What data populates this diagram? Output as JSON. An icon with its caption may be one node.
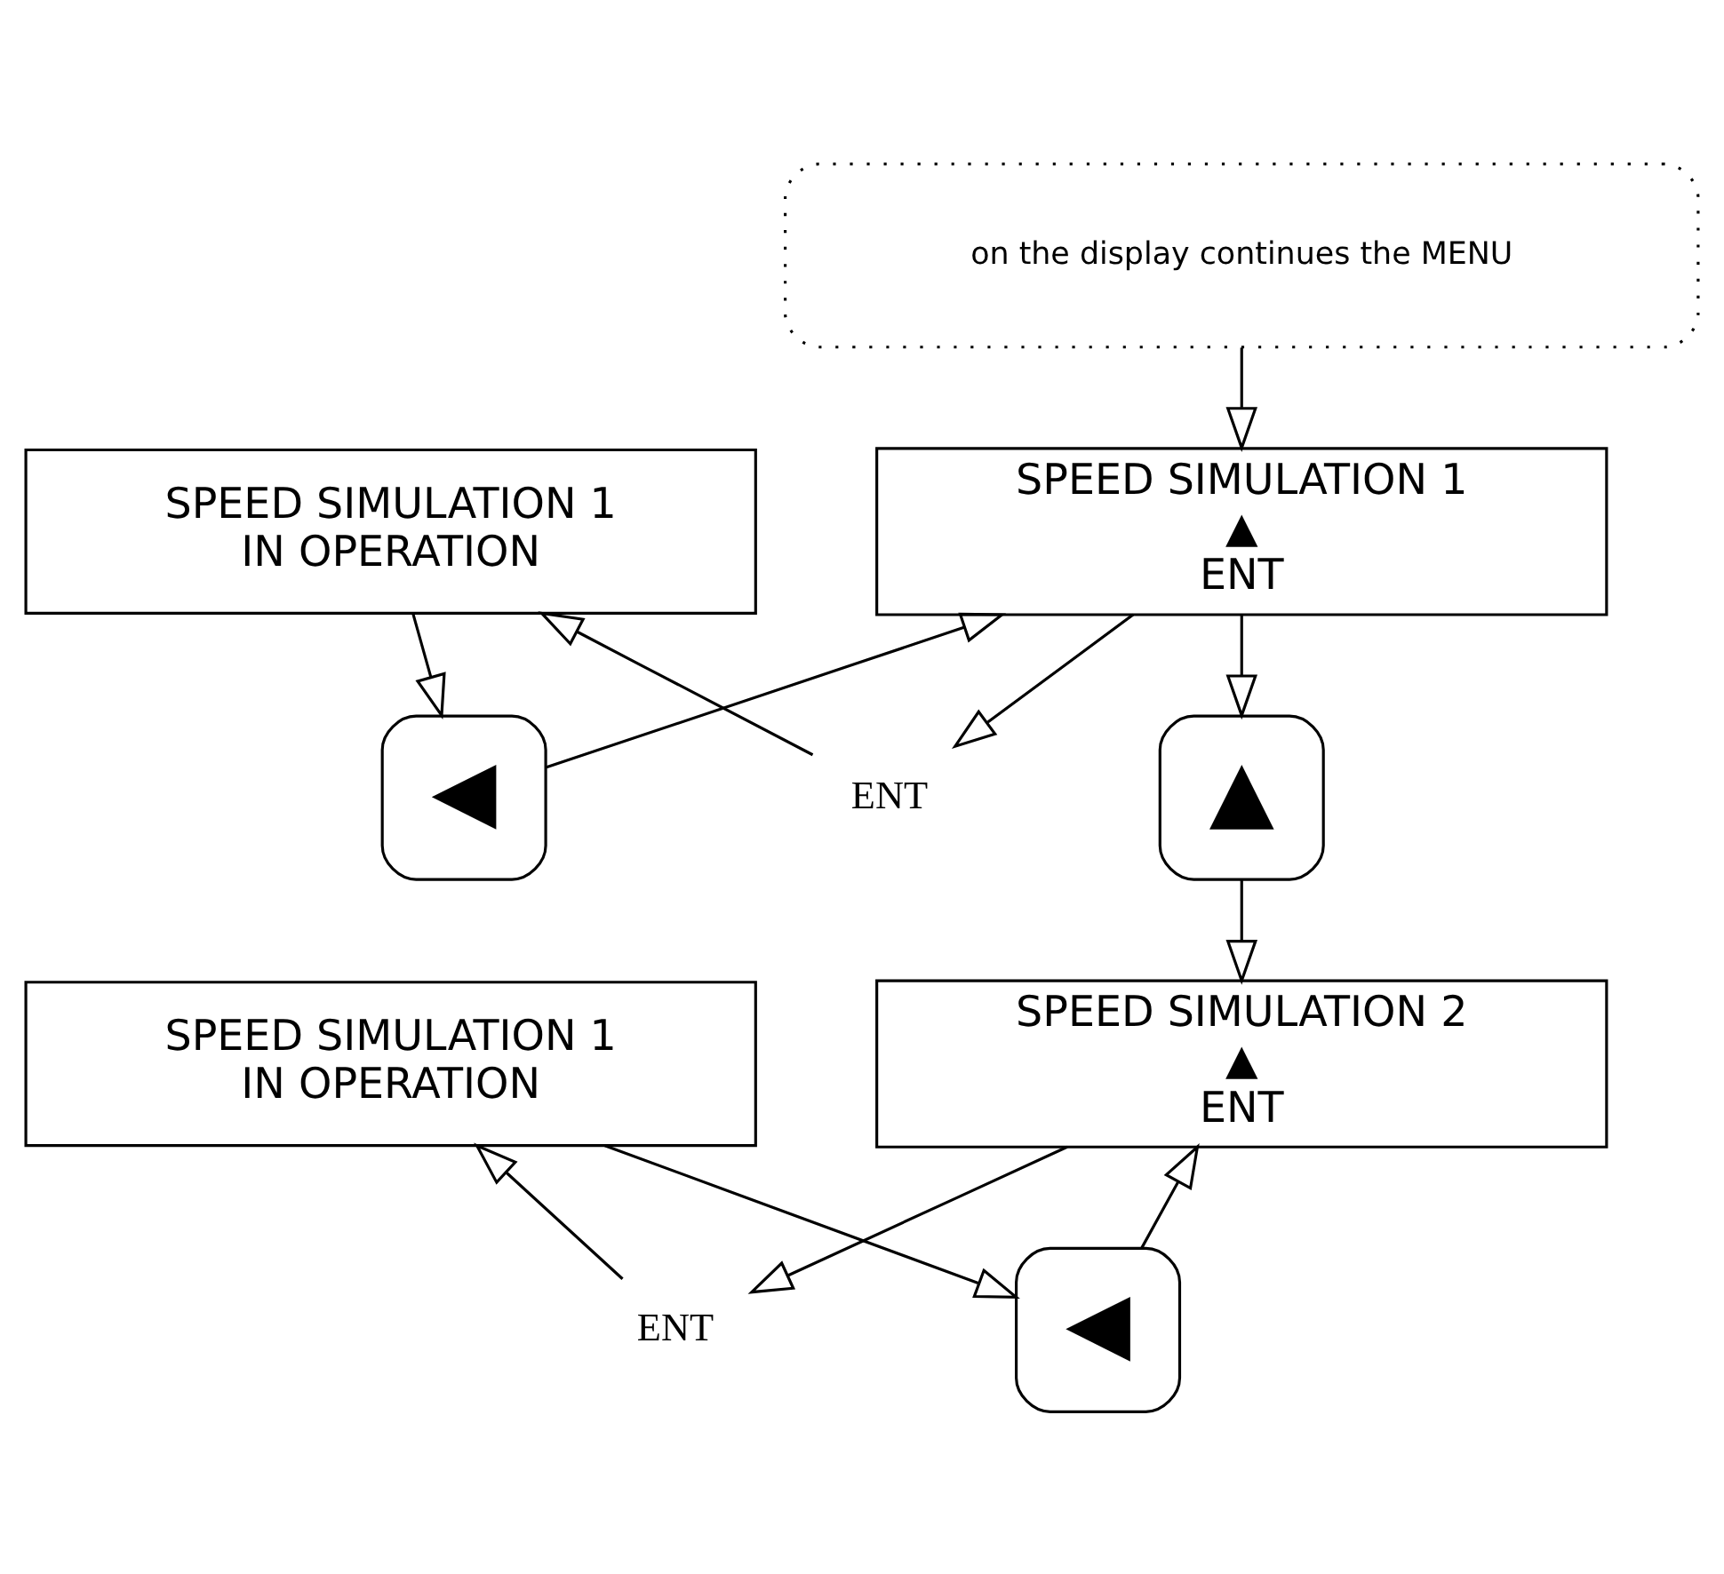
{
  "diagram": {
    "nodes": [
      {
        "text": [
          "on the display continues the MENU"
        ]
      },
      {
        "text": [
          "ENT"
        ]
      },
      {
        "text": [
          "SPEED SIMULATION 1",
          "▲",
          "ENT"
        ]
      },
      {
        "text": [
          "SPEED SIMULATION 1",
          "IN OPERATION"
        ]
      },
      {
        "text": [
          "◀"
        ]
      },
      {
        "text": [
          "▲"
        ]
      },
      {
        "text": [
          "ENT"
        ]
      },
      {
        "text": [
          "SPEED SIMULATION 2",
          "▲",
          "ENT"
        ]
      },
      {
        "text": [
          "SPEED SIMULATION 1",
          "IN OPERATION"
        ]
      },
      {
        "text": [
          "◀"
        ]
      }
    ],
    "edges": [
      {
        "from": 0,
        "to": 2,
        "arrow": "to"
      },
      {
        "from": 2,
        "to": 1,
        "arrow": "to"
      },
      {
        "from": 1,
        "to": 3,
        "arrow": "to"
      },
      {
        "from": 3,
        "to": 4,
        "arrow": "to"
      },
      {
        "from": 4,
        "to": 2,
        "arrow": "to"
      },
      {
        "from": 2,
        "to": 5,
        "arrow": "to"
      },
      {
        "from": 5,
        "to": 7,
        "arrow": "to"
      },
      {
        "from": 7,
        "to": 6,
        "arrow": "to"
      },
      {
        "from": 6,
        "to": 8,
        "arrow": "to"
      },
      {
        "from": 8,
        "to": 9,
        "arrow": "to"
      },
      {
        "from": 9,
        "to": 7,
        "arrow": "to"
      }
    ]
  }
}
